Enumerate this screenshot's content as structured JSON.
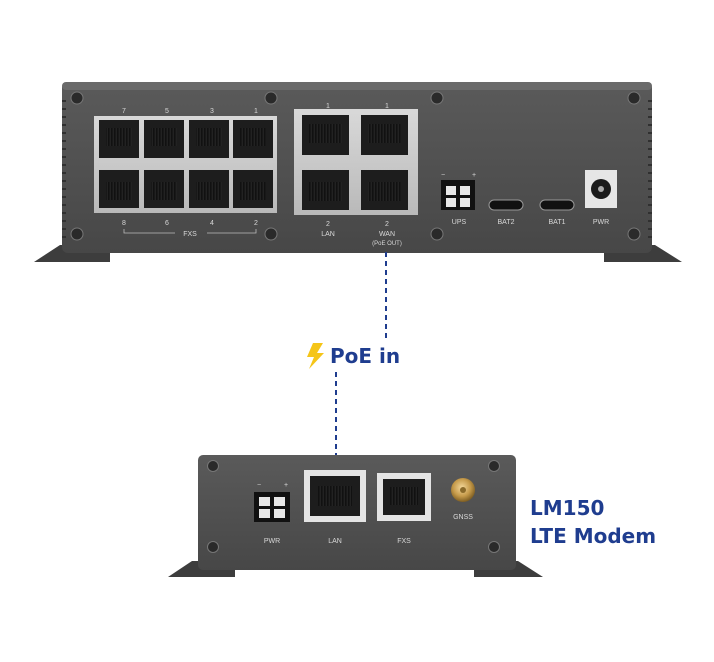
{
  "device_top": {
    "fxs_numbers_top": [
      "7",
      "5",
      "3",
      "1"
    ],
    "fxs_numbers_bottom": [
      "8",
      "6",
      "4",
      "2"
    ],
    "fxs_label": "FXS",
    "lan_top": "1",
    "lan_bottom": "2",
    "lan_label": "LAN",
    "wan_top": "1",
    "wan_bottom": "2",
    "wan_label": "WAN",
    "wan_sublabel": "(PoE OUT)",
    "ups_label": "UPS",
    "ups_minus": "−",
    "ups_plus": "+",
    "bat2_label": "BAT2",
    "bat1_label": "BAT1",
    "pwr_label": "PWR"
  },
  "connection": {
    "label": "PoE in",
    "icon": "lightning-bolt-icon",
    "line_color": "#1f3d8f",
    "icon_color": "#f5c518"
  },
  "device_bottom": {
    "pwr_label": "PWR",
    "pwr_minus": "−",
    "pwr_plus": "+",
    "lan_label": "LAN",
    "fxs_label": "FXS",
    "gnss_label": "GNSS"
  },
  "modem": {
    "line1": "LM150",
    "line2": "LTE Modem",
    "color": "#1f3d8f"
  }
}
